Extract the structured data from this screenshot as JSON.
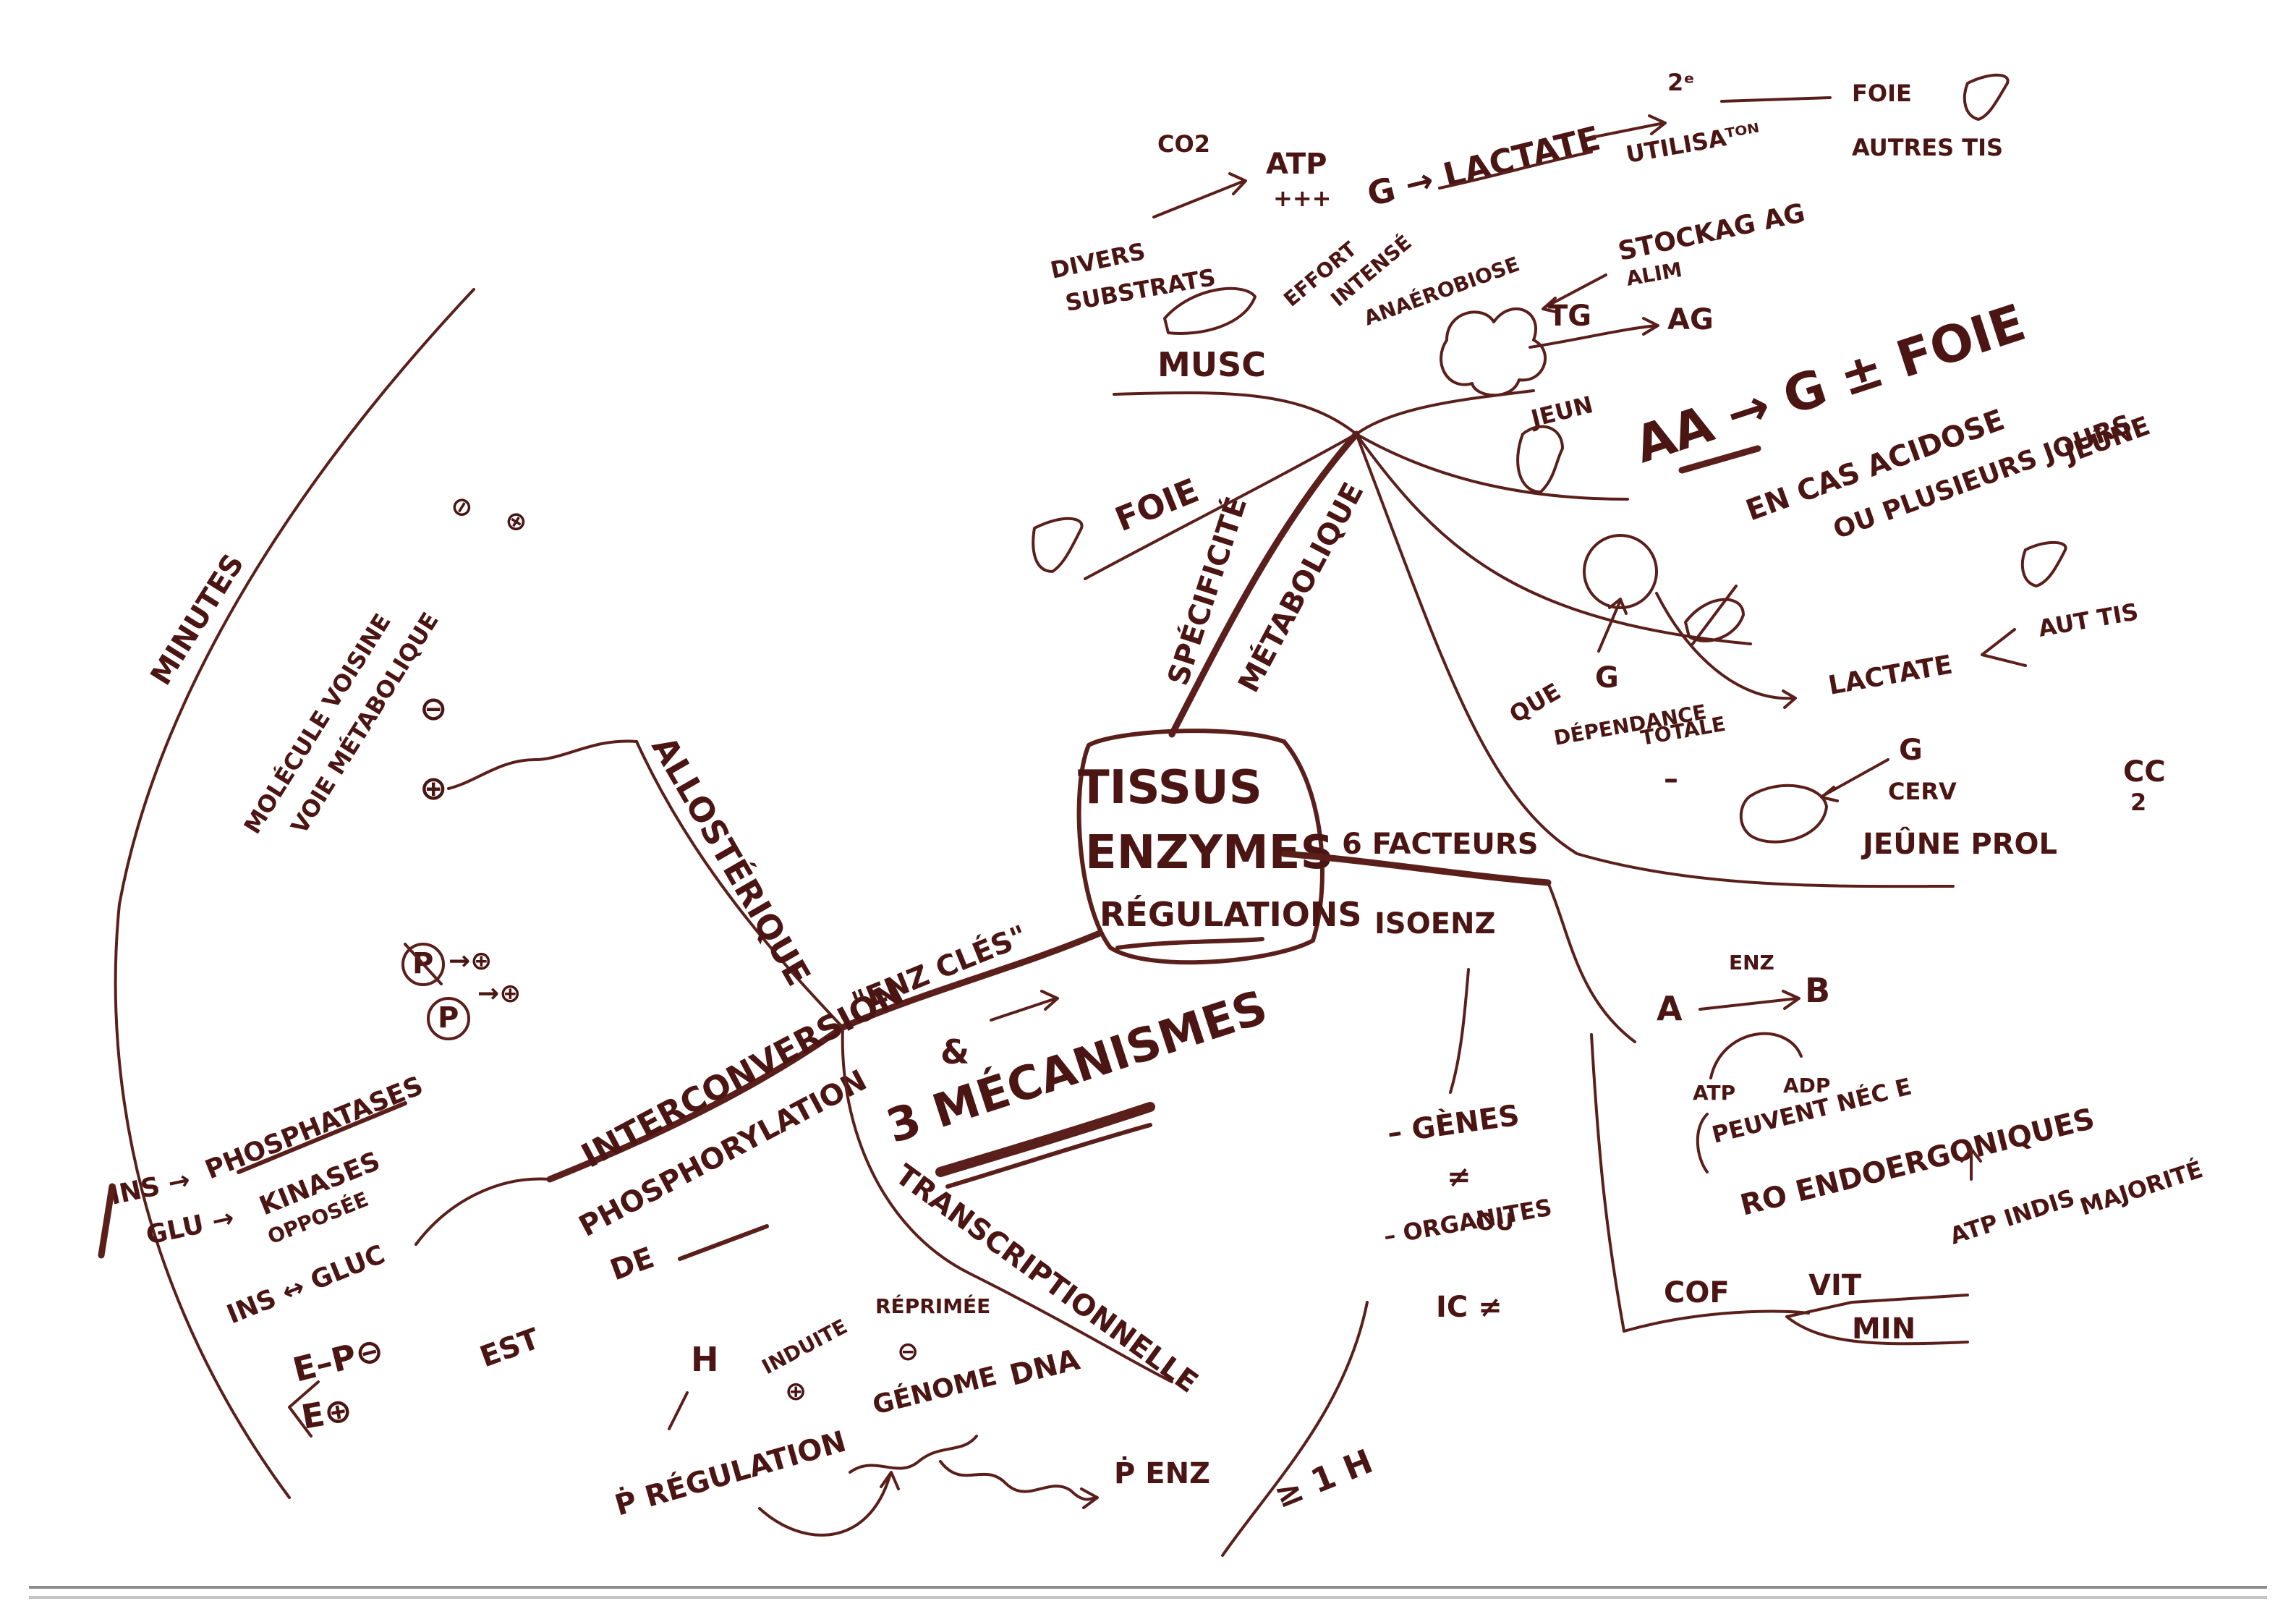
{
  "center": {
    "line1": "TISSUS",
    "line2": "ENZYMES",
    "line3": "RÉGULATIONS"
  },
  "branches": {
    "specificite": {
      "line1": "SPÉCIFICITÉ",
      "line2": "MÉTABOLIQUE"
    },
    "muscle": {
      "label": "MUSC",
      "divers": "DIVERS",
      "substrats": "SUBSTRATS",
      "co2": "CO2",
      "atp": "ATP",
      "atp_plus": "+++",
      "effort1": "EFFORT",
      "effort2": "INTENSÉ",
      "effort3": "ANAÉROBIOSE",
      "g_lactate": "G → LACTATE",
      "second": "2ᵉ",
      "utilisation": "UTILISAᵀᴼᴺ",
      "foie": "FOIE",
      "autres_tis": "AUTRES TIS"
    },
    "adipeux": {
      "stockage": "STOCKAG AG",
      "alim": "ALIM",
      "tg": "TG",
      "ag": "AG",
      "jeun": "JEUN"
    },
    "rein": {
      "aa_g": "AA → G ± FOIE",
      "cas1": "EN CAS ACIDOSE",
      "cas2": "OU PLUSIEURS JOURS",
      "cas3": "JEÛNE"
    },
    "hematie": {
      "lactate": "LACTATE",
      "autres": "AUT TIS",
      "que": "QUE",
      "g": "G",
      "dependance1": "DÉPENDANCE",
      "dependance2": "TOTALE",
      "minus": "–"
    },
    "cerveau": {
      "g": "G",
      "cc1": "CERV",
      "cc2": "JEÛNE PROL",
      "cc3": "CC",
      "cc4": "2"
    },
    "foie": {
      "label": "FOIE"
    }
  },
  "facteurs": {
    "title": "6 FACTEURS",
    "isoenz": "ISOENZ",
    "genes": "– GÈNES",
    "diff": "≠",
    "organites1": "– ORGANITES",
    "organites2": "OU",
    "organites3": "IC ≠",
    "reaction_a": "A",
    "reaction_enz": "ENZ",
    "reaction_b": "B",
    "atp": "ATP",
    "adp": "ADP",
    "peuvent1": "PEUVENT NÉC E",
    "peuvent2": "RO ENDOERGONIQUES",
    "atp_min": "ATP INDIS",
    "majorite": "MAJORITÉ",
    "cof": "COF",
    "vit": "VIT",
    "min": "MIN"
  },
  "enzymes_cles": {
    "label": "\"ENZ CLÉS\"",
    "and": "&",
    "mecanismes": "3 MÉCANISMES"
  },
  "allosterique": {
    "label": "ALLOSTÉRIQUE",
    "molecule1": "MOLÉCULE VOISINE",
    "molecule2": "VOIE MÉTABOLIQUE",
    "minus_sign": "⊖",
    "plus_sign": "⊕",
    "minutes": "MINUTES"
  },
  "interconversion": {
    "label": "INTERCONVERSION",
    "phospho1": "PHOSPHORYLATION",
    "phospho2": "DE",
    "ins": "INS →",
    "phosphatases": "PHOSPHATASES",
    "glu": "GLU →",
    "kinases": "KINASES",
    "opposee": "OPPOSÉE",
    "ins_glu": "INS ↔ GLUC",
    "ep": "E–P⊖",
    "e": "E⊕",
    "est": "EST",
    "p": "P",
    "arrow_plus": "→⊕"
  },
  "transcriptionnelle": {
    "label": "TRANSCRIPTIONNELLE",
    "h": "H",
    "induite": "INDUITE",
    "reprimee": "RÉPRIMÉE",
    "genome": "GÉNOME",
    "dna": "DNA",
    "p_regulation": "Ṗ RÉGULATION",
    "p_enz": "Ṗ ENZ",
    "hours": "≥ 1 H"
  }
}
